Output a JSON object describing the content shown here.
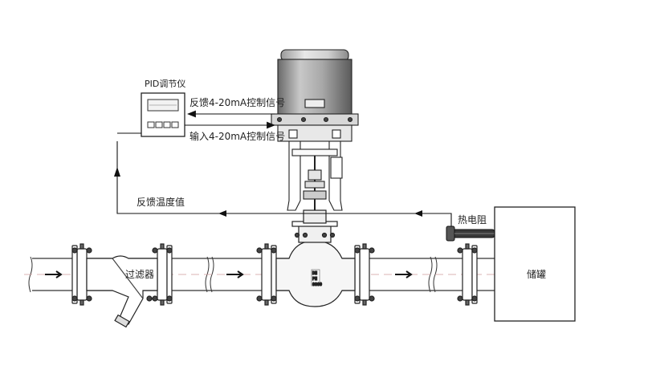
{
  "labels": {
    "pid_controller": "PID调节仪",
    "feedback_signal": "反馈4-20mA控制信号",
    "input_signal": "输入4-20mA控制信号",
    "feedback_temperature": "反馈温度值",
    "thermal_resistor": "热电阻",
    "filter": "过滤器",
    "storage_tank": "储罐"
  }
}
